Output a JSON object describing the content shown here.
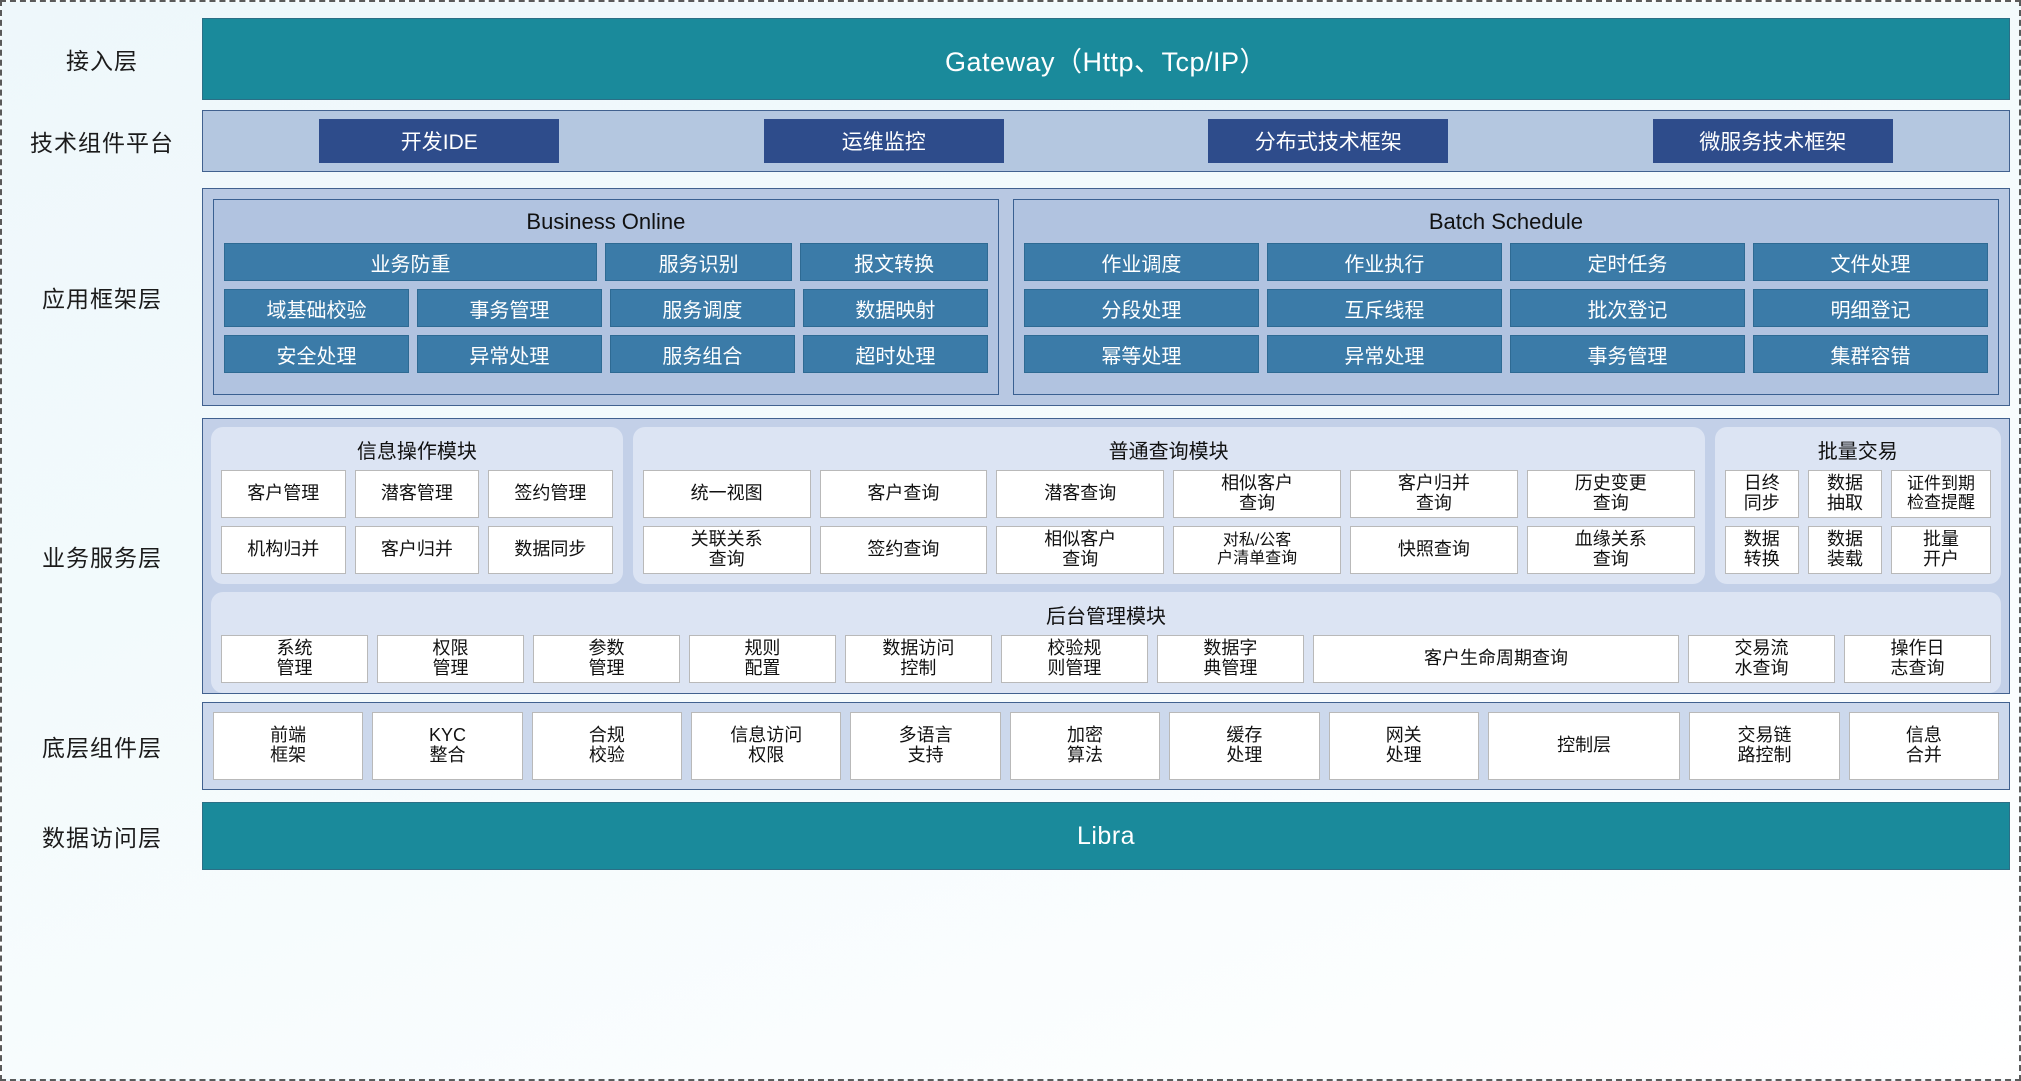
{
  "layers": [
    {
      "label": "接入层"
    },
    {
      "label": "技术组件平台"
    },
    {
      "label": "应用框架层"
    },
    {
      "label": "业务服务层"
    },
    {
      "label": "底层组件层"
    },
    {
      "label": "数据访问层"
    }
  ],
  "access_layer": {
    "title": "Gateway（Http、Tcp/IP）"
  },
  "tech_platform": {
    "items": [
      "开发IDE",
      "运维监控",
      "分布式技术框架",
      "微服务技术框架"
    ]
  },
  "app_framework": {
    "groups": [
      {
        "title": "Business Online",
        "rows": [
          [
            "业务防重",
            "服务识别",
            "报文转换"
          ],
          [
            "域基础校验",
            "事务管理",
            "服务调度",
            "数据映射"
          ],
          [
            "安全处理",
            "异常处理",
            "服务组合",
            "超时处理"
          ]
        ]
      },
      {
        "title": "Batch Schedule",
        "rows": [
          [
            "作业调度",
            "作业执行",
            "定时任务",
            "文件处理"
          ],
          [
            "分段处理",
            "互斥线程",
            "批次登记",
            "明细登记"
          ],
          [
            "幂等处理",
            "异常处理",
            "事务管理",
            "集群容错"
          ]
        ]
      }
    ]
  },
  "business_service": {
    "groups": [
      {
        "title": "信息操作模块",
        "rows": [
          [
            "客户管理",
            "潜客管理",
            "签约管理"
          ],
          [
            "机构归并",
            "客户归并",
            "数据同步"
          ]
        ]
      },
      {
        "title": "普通查询模块",
        "rows": [
          [
            "统一视图",
            "客户查询",
            "潜客查询",
            "相似客户\n查询",
            "客户归并\n查询",
            "历史变更\n查询"
          ],
          [
            "关联关系\n查询",
            "签约查询",
            "相似客户\n查询",
            "对私/公客\n户清单查询",
            "快照查询",
            "血缘关系\n查询"
          ]
        ]
      },
      {
        "title": "批量交易",
        "rows": [
          [
            "日终\n同步",
            "数据\n抽取",
            "证件到期\n检查提醒"
          ],
          [
            "数据\n转换",
            "数据\n装载",
            "批量\n开户"
          ]
        ]
      }
    ],
    "backend": {
      "title": "后台管理模块",
      "items": [
        "系统\n管理",
        "权限\n管理",
        "参数\n管理",
        "规则\n配置",
        "数据访问\n控制",
        "校验规\n则管理",
        "数据字\n典管理",
        "客户生命周期查询",
        "交易流\n水查询",
        "操作日\n志查询"
      ]
    }
  },
  "bottom_components": {
    "items": [
      "前端\n框架",
      "KYC\n整合",
      "合规\n校验",
      "信息访问\n权限",
      "多语言\n支持",
      "加密\n算法",
      "缓存\n处理",
      "网关\n处理",
      "控制层",
      "交易链\n路控制",
      "信息\n合并"
    ]
  },
  "data_access_layer": {
    "title": "Libra"
  },
  "colors": {
    "teal": "#1a8a9b",
    "dark_blue": "#2e4c8b",
    "mid_blue": "#3b7ba8",
    "band_blue": "#b4c7e0",
    "group_blue": "#dce4f3",
    "white_cell": "#ffffff"
  }
}
